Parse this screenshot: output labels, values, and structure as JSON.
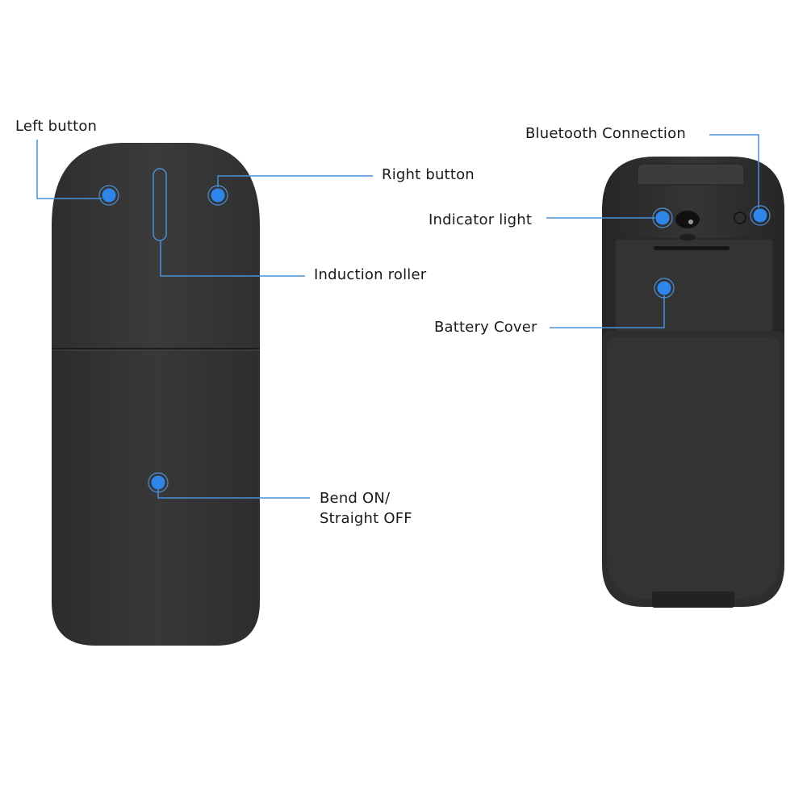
{
  "colors": {
    "background": "#ffffff",
    "device_body": "#3a3a3a",
    "device_dark": "#2a2a2a",
    "callout_line": "#4a90d9",
    "marker_fill": "#2f86ea",
    "label_text": "#1a1a1a"
  },
  "front_view": {
    "labels": {
      "left_button": "Left button",
      "right_button": "Right button",
      "induction_roller": "Induction roller",
      "bend_on": "Bend ON/",
      "straight_off": "Straight OFF"
    }
  },
  "back_view": {
    "labels": {
      "bluetooth_connection": "Bluetooth Connection",
      "indicator_light": "Indicator light",
      "battery_cover": "Battery Cover"
    }
  }
}
